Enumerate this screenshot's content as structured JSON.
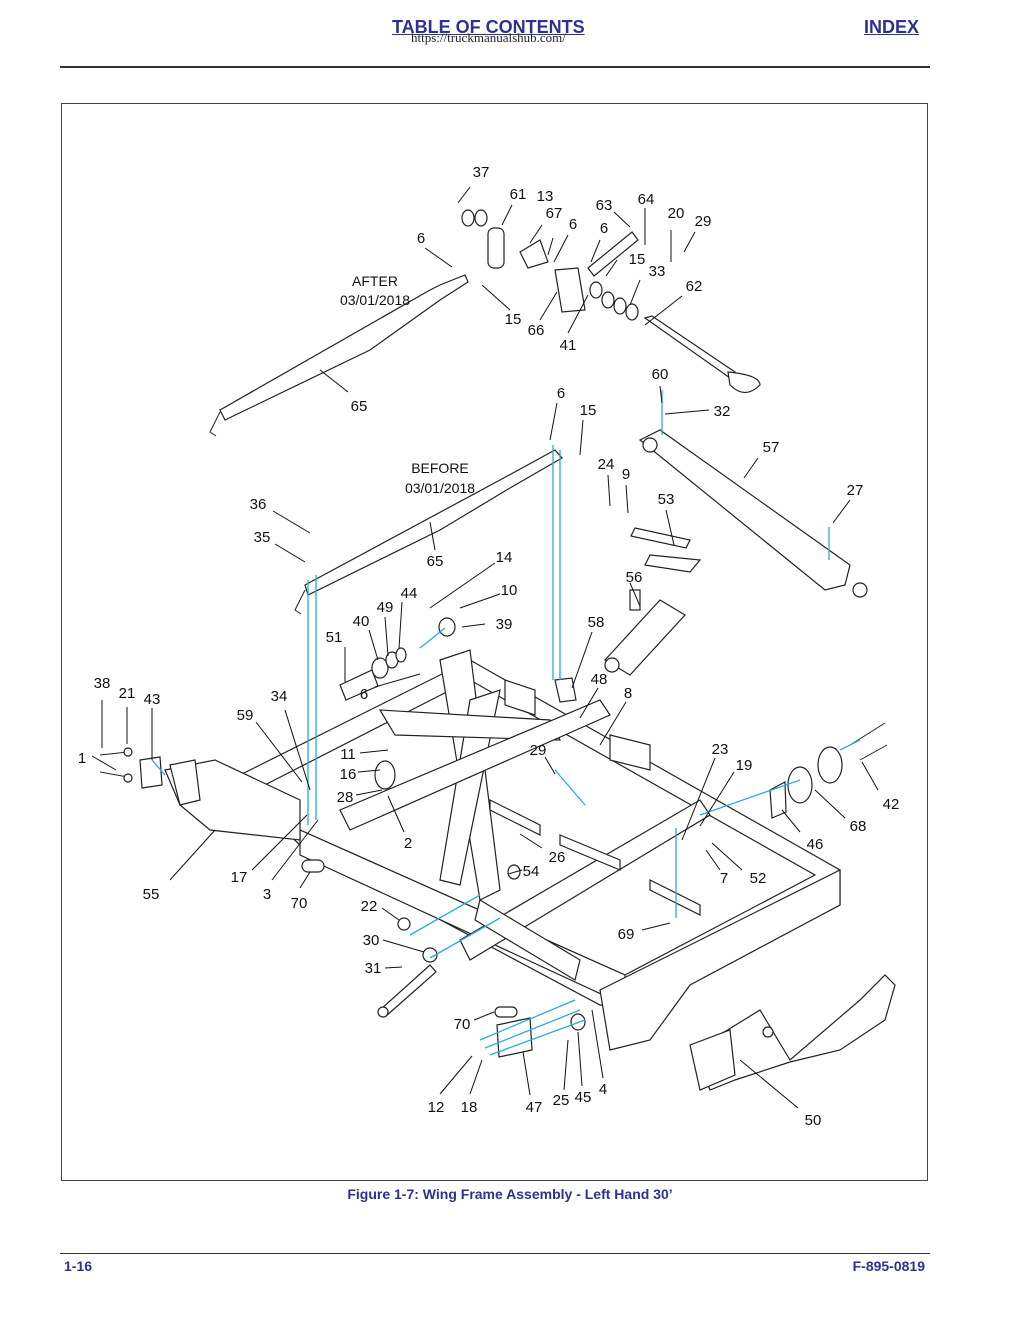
{
  "header": {
    "toc_label": "TABLE OF CONTENTS",
    "index_label": "INDEX",
    "watermark": "https://truckmanualshub.com/"
  },
  "figure": {
    "caption": "Figure 1-7:  Wing Frame Assembly - Left Hand 30’",
    "notes": {
      "after_line1": "AFTER",
      "after_line2": "03/01/2018",
      "before_line1": "BEFORE",
      "before_line2": "03/01/2018"
    },
    "callouts": [
      "37",
      "61",
      "13",
      "67",
      "6",
      "63",
      "6",
      "64",
      "20",
      "29",
      "6",
      "15",
      "33",
      "62",
      "15",
      "66",
      "41",
      "65",
      "60",
      "6",
      "15",
      "32",
      "57",
      "24",
      "9",
      "27",
      "36",
      "53",
      "BEFORE",
      "35",
      "65",
      "14",
      "56",
      "10",
      "49",
      "44",
      "40",
      "39",
      "51",
      "58",
      "6",
      "48",
      "8",
      "38",
      "21",
      "43",
      "34",
      "59",
      "29",
      "23",
      "19",
      "1",
      "11",
      "16",
      "42",
      "28",
      "68",
      "46",
      "2",
      "26",
      "7",
      "52",
      "17",
      "54",
      "55",
      "3",
      "70",
      "22",
      "69",
      "30",
      "31",
      "70",
      "4",
      "12",
      "18",
      "47",
      "25",
      "45",
      "50"
    ]
  },
  "footer": {
    "page_number": "1-16",
    "doc_number": "F-895-0819"
  },
  "colors": {
    "brand": "#2e3192",
    "leader_blue": "#29abe2"
  }
}
